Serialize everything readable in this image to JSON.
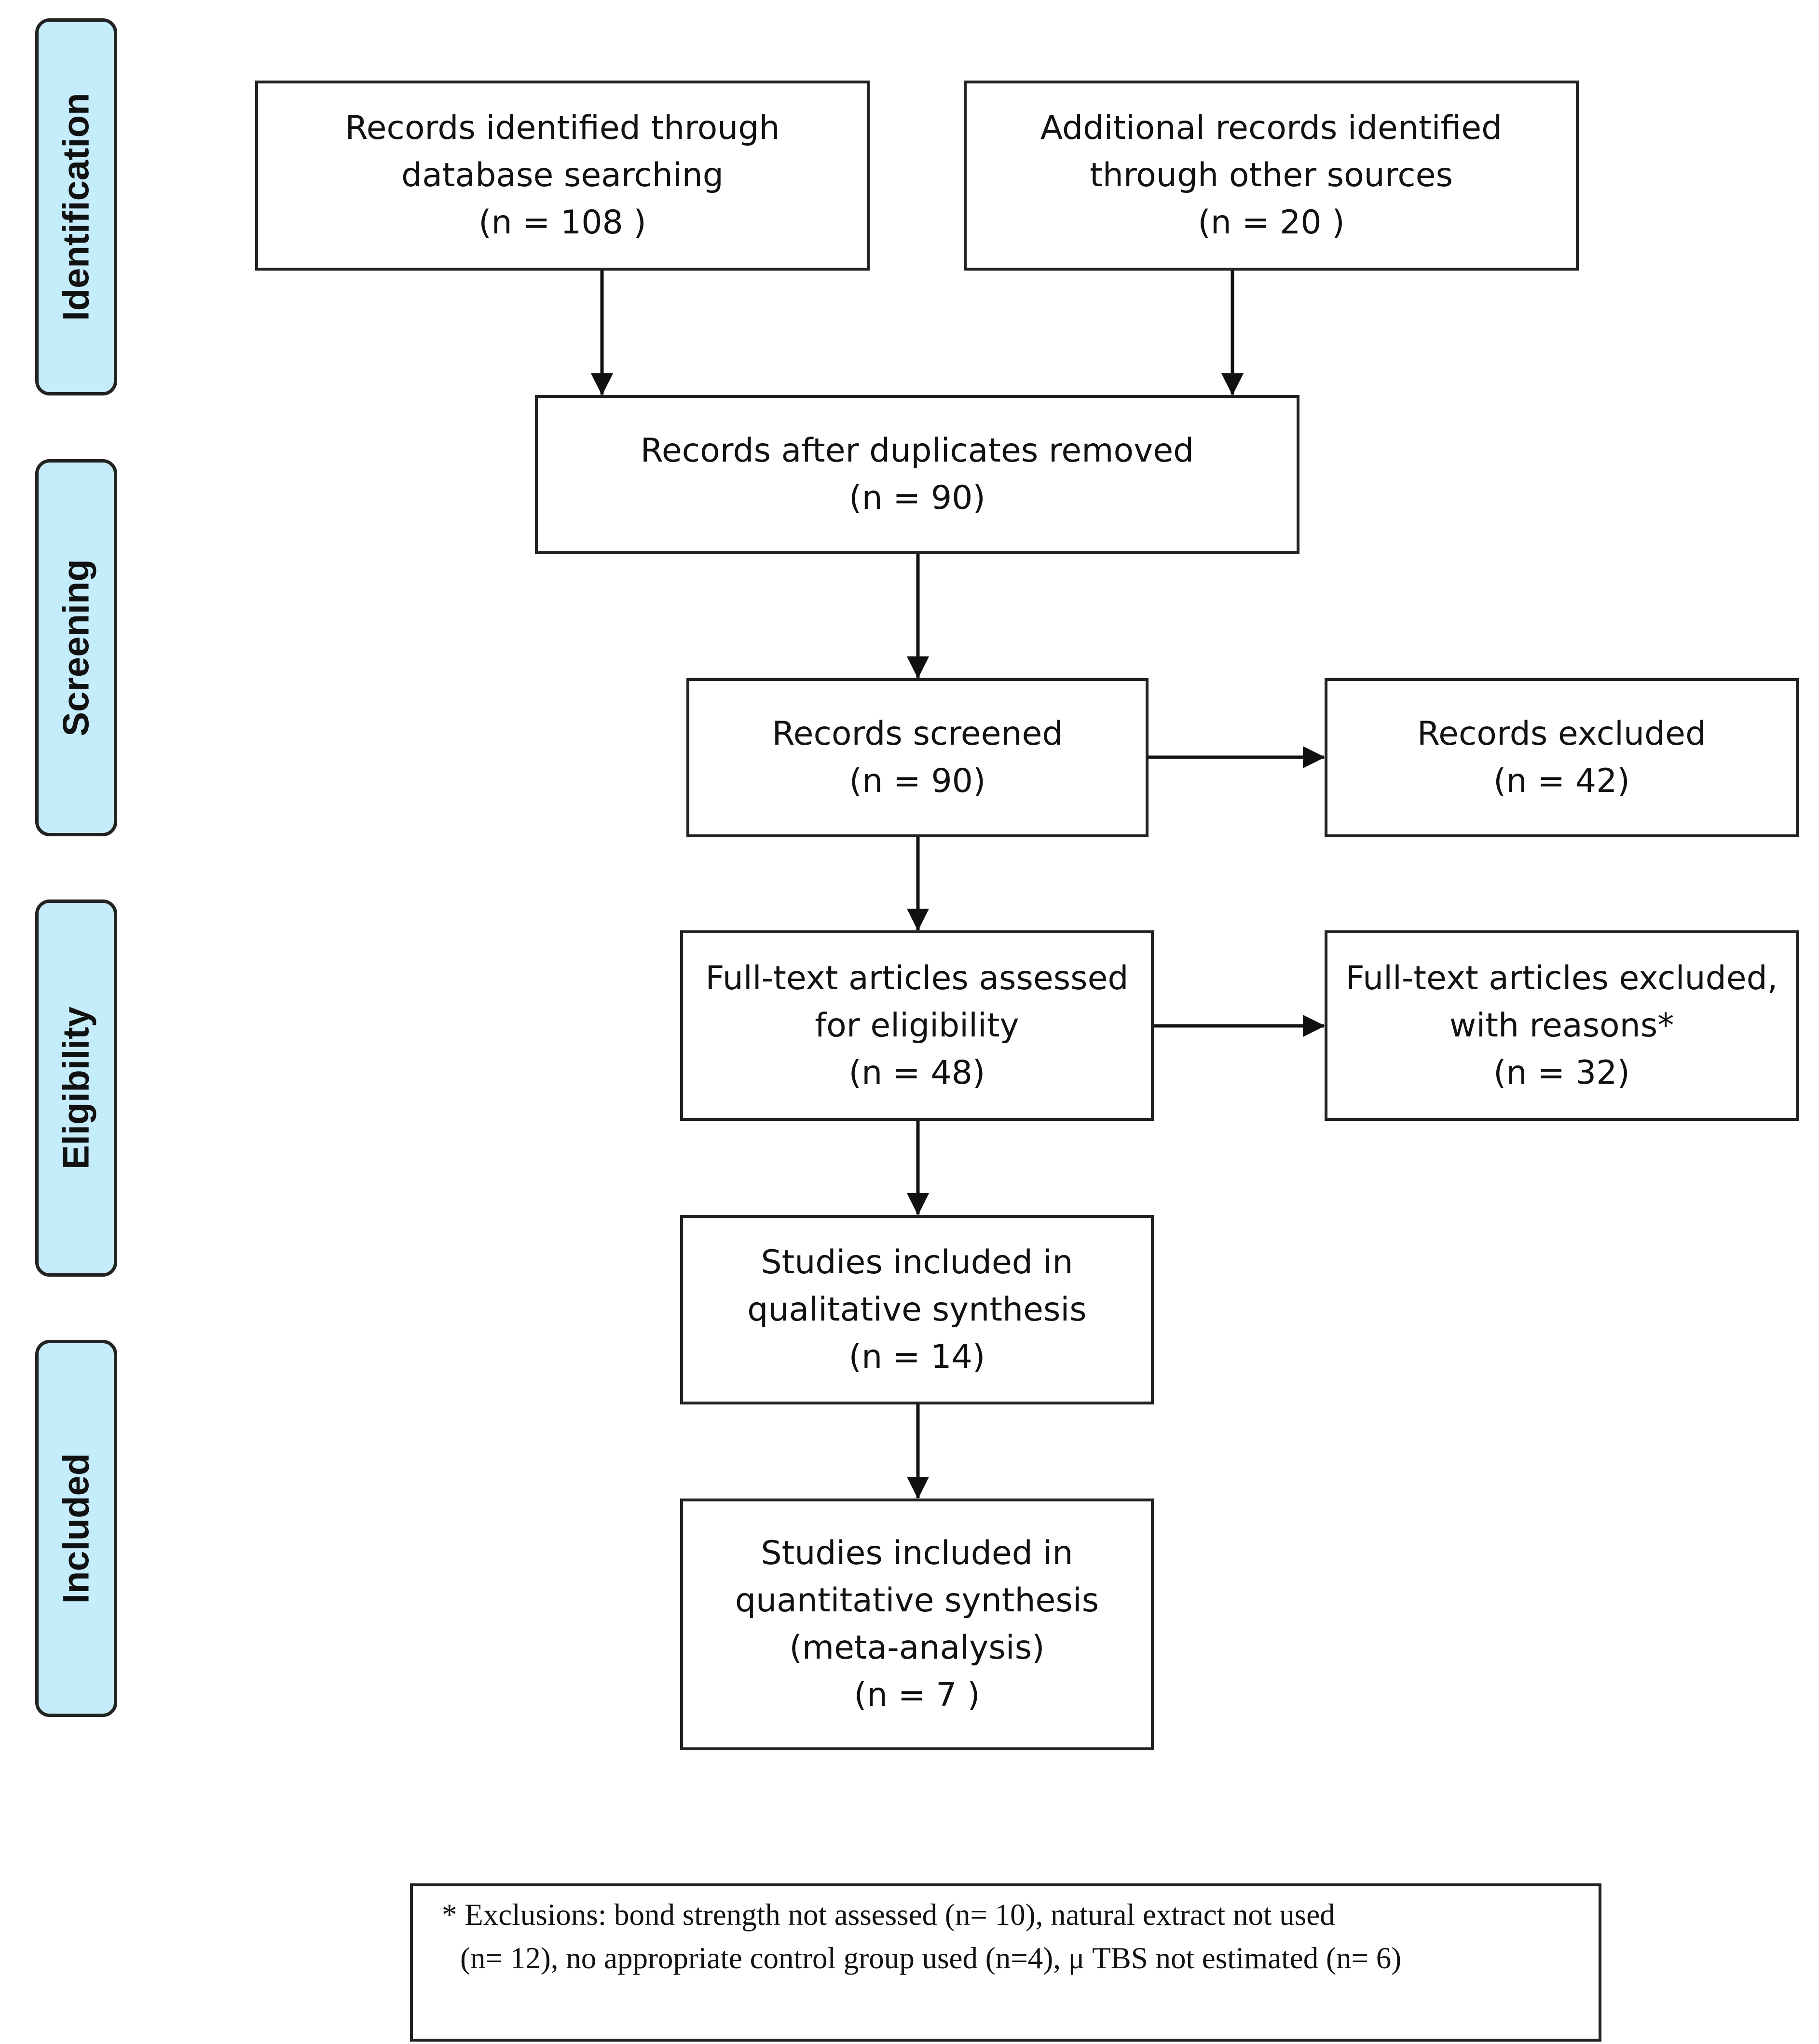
{
  "stages": {
    "identification": "Identification",
    "screening": "Screening",
    "eligibility": "Eligibility",
    "included": "Included"
  },
  "boxes": {
    "database": {
      "line1": "Records identified through",
      "line2": "database searching",
      "line3": "(n = 108  )"
    },
    "other_sources": {
      "line1": "Additional records identified",
      "line2": "through other sources",
      "line3": "(n = 20 )"
    },
    "duplicates_removed": {
      "line1": "Records after duplicates removed",
      "line2": "(n = 90)"
    },
    "screened": {
      "line1": "Records screened",
      "line2": "(n = 90)"
    },
    "excluded": {
      "line1": "Records excluded",
      "line2": "(n = 42)"
    },
    "fulltext_assessed": {
      "line1": "Full-text articles assessed",
      "line2": "for eligibility",
      "line3": "(n = 48)"
    },
    "fulltext_excluded": {
      "line1": "Full-text articles excluded,",
      "line2": "with reasons*",
      "line3": "(n = 32)"
    },
    "qualitative": {
      "line1": "Studies included in",
      "line2": "qualitative synthesis",
      "line3": "(n = 14)"
    },
    "quantitative": {
      "line1": "Studies included in",
      "line2": "quantitative synthesis",
      "line3": "(meta-analysis)",
      "line4": "(n = 7 )"
    }
  },
  "footnote": {
    "line1": "* Exclusions:  bond strength not assessed (n= 10), natural extract not used",
    "line2": "(n= 12), no appropriate control group used (n=4), μ TBS not estimated (n= 6)"
  }
}
